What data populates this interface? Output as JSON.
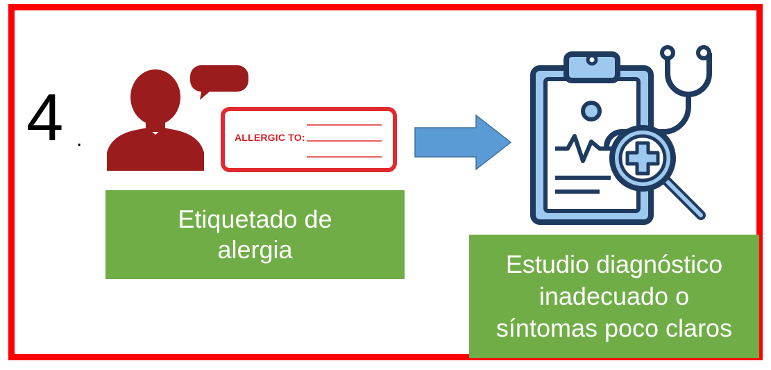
{
  "step": {
    "number": "4",
    "dot": "."
  },
  "allergy_card": {
    "text": "ALLERGIC TO:"
  },
  "label_1": {
    "lines": [
      "Etiquetado de",
      "alergia"
    ]
  },
  "label_2": {
    "lines": [
      "Estudio diagnóstico",
      "inadecuado o",
      "síntomas poco claros"
    ]
  },
  "colors": {
    "frame": "#ff0000",
    "person": "#9b1c1c",
    "card_border": "#e12a2f",
    "arrow": "#5b9bd5",
    "label_bg": "#70ad47",
    "clinic_dark": "#1f3a5f",
    "clinic_light": "#9ec9ee"
  },
  "icons": [
    "person-speaking-icon",
    "allergy-card-icon",
    "arrow-right-icon",
    "clipboard-stethoscope-icon"
  ]
}
